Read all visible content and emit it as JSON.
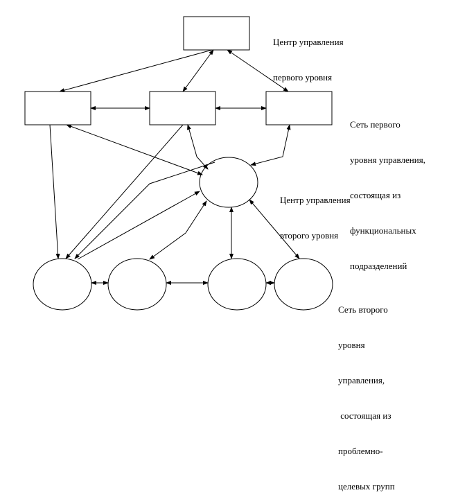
{
  "labels": {
    "center_level1": [
      "Центр управления",
      "первого уровня"
    ],
    "network_level1": [
      "Сеть первого",
      "уровня управления,",
      "состоящая из",
      "функциональных",
      "подразделений"
    ],
    "center_level2": [
      "Центр управления",
      "второго уровня"
    ],
    "network_level2": [
      "Сеть второго",
      "уровня",
      "управления,",
      " состоящая из",
      "проблемно-",
      "целевых групп"
    ]
  },
  "colors": {
    "stroke": "#000000",
    "background": "#ffffff"
  }
}
